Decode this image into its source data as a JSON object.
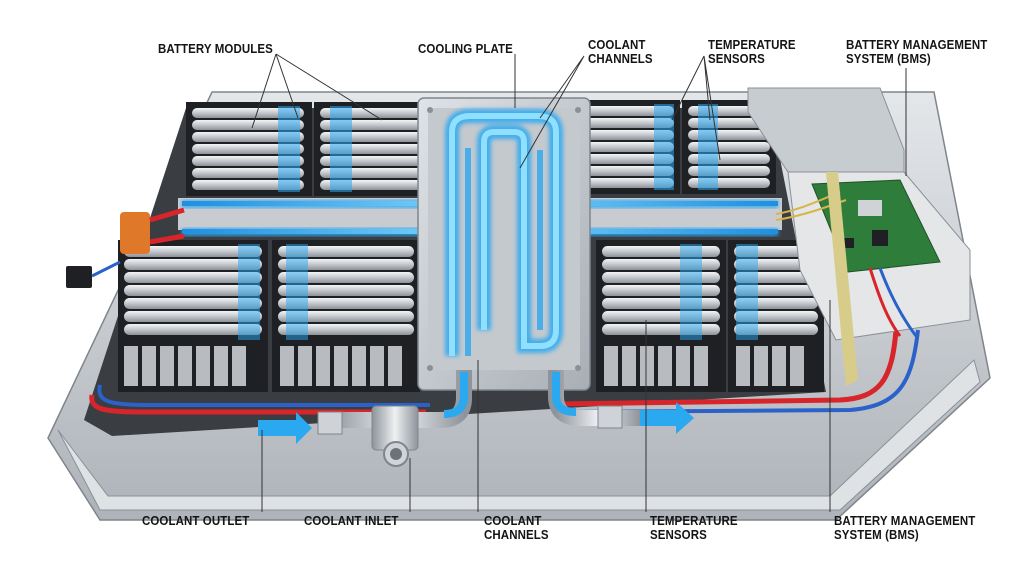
{
  "labels": {
    "battery_modules": "BATTERY MODULES",
    "cooling_plate": "COOLING PLATE",
    "coolant_channels_top": [
      "COOLANT",
      "CHANNELS"
    ],
    "temperature_sensors_top": [
      "TEMPERATURE",
      "SENSORS"
    ],
    "bms_top": [
      "BATTERY MANAGEMENT",
      "SYSTEM (BMS)"
    ],
    "coolant_outlet": "COOLANT OUTLET",
    "coolant_inlet": "COOLANT INLET",
    "coolant_channels_bottom": [
      "COOLANT",
      "CHANNELS"
    ],
    "temperature_sensors_bottom": [
      "TEMPERATURE",
      "SENSORS"
    ],
    "bms_bottom": [
      "BATTERY MANAGEMENT",
      "SYSTEM (BMS)"
    ]
  },
  "colors": {
    "coolant": "#2aa8f0",
    "hot_line": "#d8252b",
    "cold_line": "#2a62c9",
    "tray": "#c9cdd2",
    "pcb": "#2f7d3a"
  }
}
